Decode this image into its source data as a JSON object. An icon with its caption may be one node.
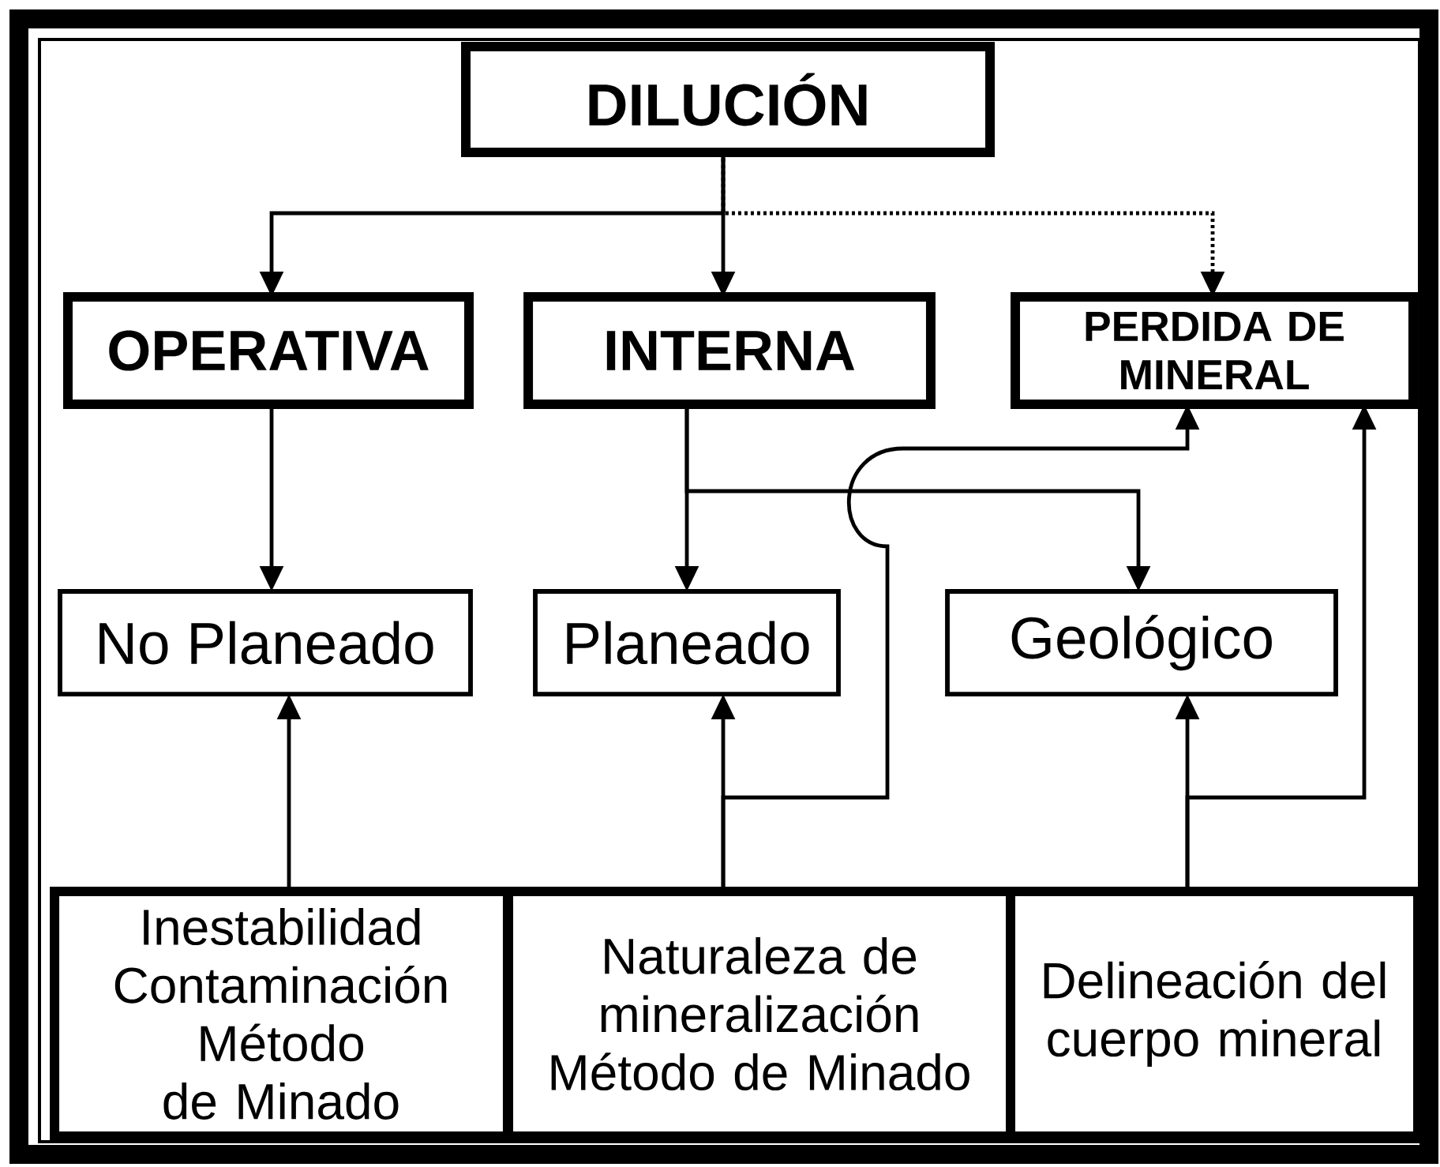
{
  "diagram": {
    "nodes": [
      {
        "text": [
          "DILUCIÓN"
        ]
      },
      {
        "text": [
          "OPERATIVA"
        ]
      },
      {
        "text": [
          "INTERNA"
        ]
      },
      {
        "text": [
          "PERDIDA DE MINERAL"
        ]
      },
      {
        "text": [
          "No Planeado"
        ]
      },
      {
        "text": [
          "Planeado"
        ]
      },
      {
        "text": [
          "Geológico"
        ]
      },
      {
        "text": [
          "Inestabilidad",
          "Contaminación",
          "Método de Minado"
        ]
      },
      {
        "text": [
          "Naturaleza de mineralización",
          "Método de Minado"
        ]
      },
      {
        "text": [
          "Delineación del cuerpo mineral"
        ]
      }
    ],
    "edges": [
      {
        "from": 0,
        "to": 1,
        "arrow": "to"
      },
      {
        "from": 0,
        "to": 2,
        "arrow": "to"
      },
      {
        "from": 0,
        "to": 3,
        "arrow": "to",
        "style": "dashed"
      },
      {
        "from": 1,
        "to": 4,
        "arrow": "to"
      },
      {
        "from": 2,
        "to": 5,
        "arrow": "to"
      },
      {
        "from": 2,
        "to": 6,
        "arrow": "to"
      },
      {
        "from": 7,
        "to": 4,
        "arrow": "to"
      },
      {
        "from": 8,
        "to": 5,
        "arrow": "to"
      },
      {
        "from": 8,
        "to": 3,
        "arrow": "to"
      },
      {
        "from": 9,
        "to": 6,
        "arrow": "to"
      },
      {
        "from": 9,
        "to": 3,
        "arrow": "to"
      }
    ]
  }
}
